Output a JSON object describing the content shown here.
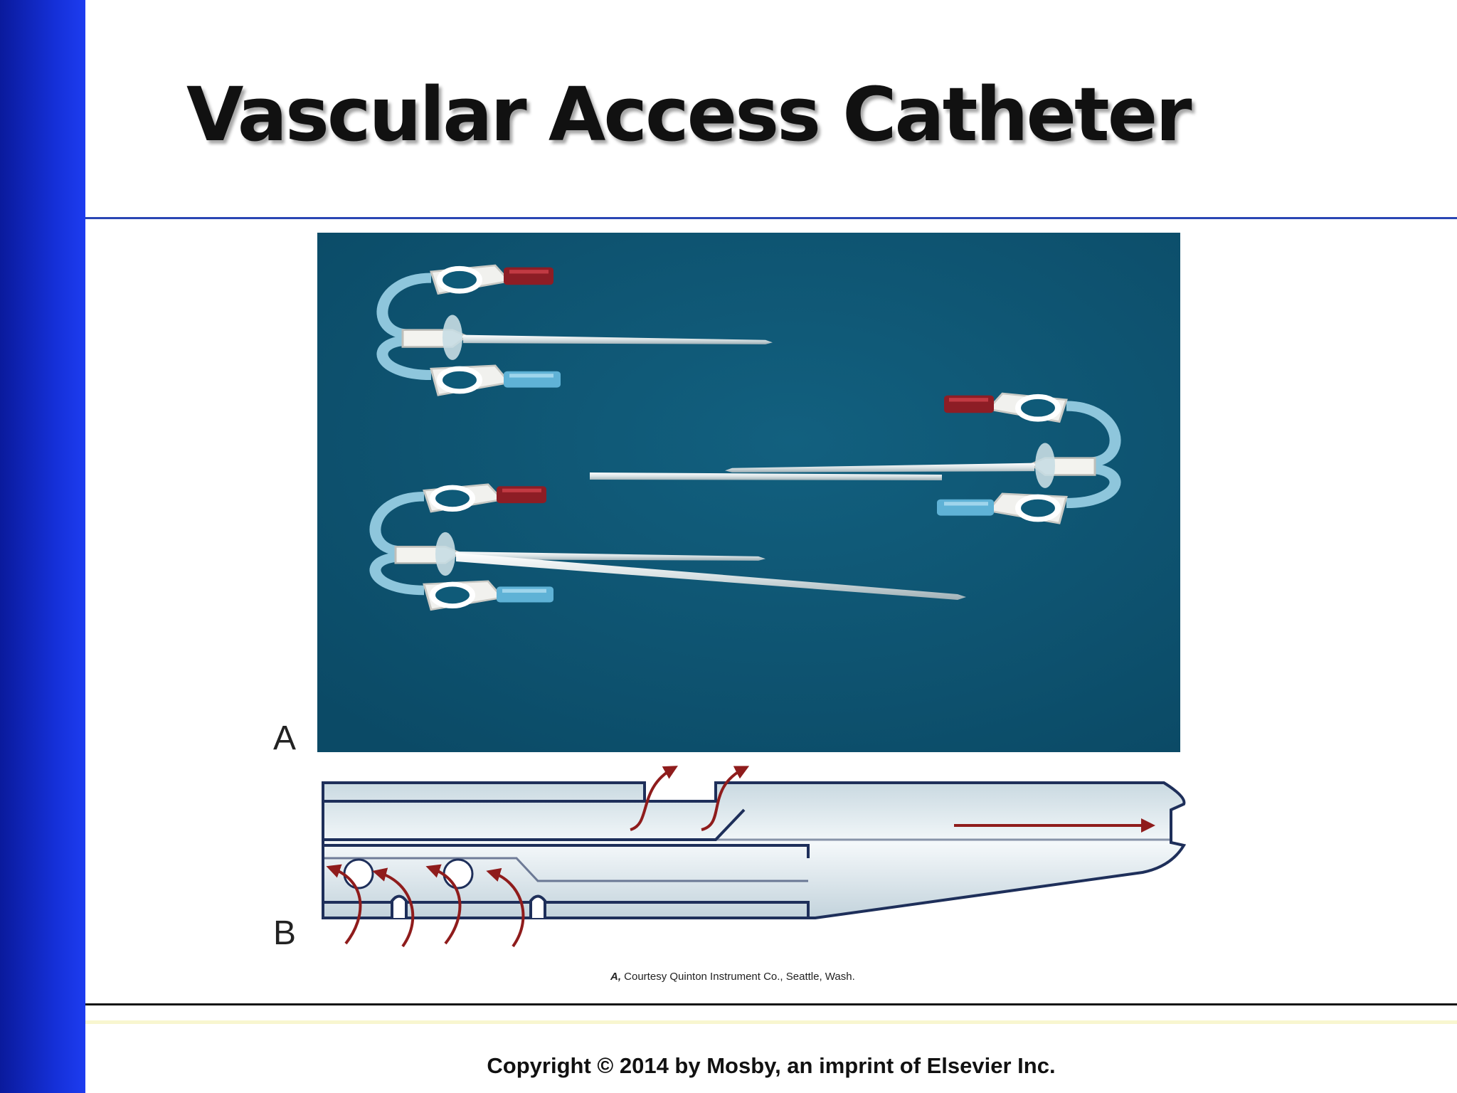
{
  "slide": {
    "title": "Vascular Access Catheter",
    "figure_label_a": "A",
    "figure_label_b": "B",
    "credit_prefix": "A,",
    "credit_text": " Courtesy Quinton Instrument Co., Seattle, Wash.",
    "copyright": "Copyright © 2014 by Mosby, an imprint of Elsevier Inc."
  },
  "colors": {
    "sidebar": "#1530d8",
    "photo_background": "#0f5a78",
    "arrow": "#8f1c1c",
    "catheter_body": "#dfe9ef"
  }
}
